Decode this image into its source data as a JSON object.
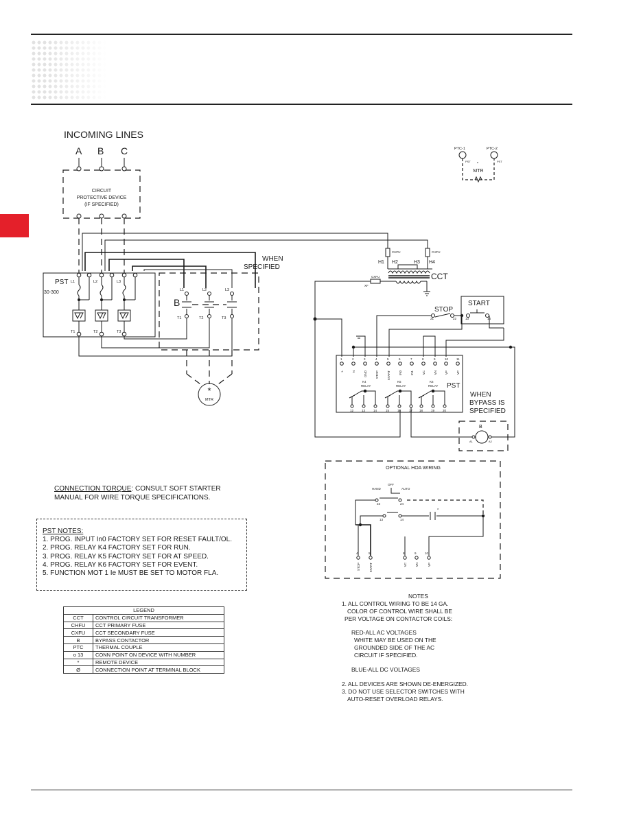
{
  "header": {
    "rule_color": "#222222",
    "tab_color": "#e4202a"
  },
  "power": {
    "incoming_title": "INCOMING LINES",
    "lines": [
      "A",
      "B",
      "C"
    ],
    "breaker_label": [
      "CIRCUIT",
      "PROTECTIVE DEVICE",
      "(IF SPECIFIED)"
    ],
    "pst_label": "PST",
    "pst_range": "30-300",
    "pst_inputs": [
      "L1",
      "L2",
      "L3"
    ],
    "pst_outputs": [
      "T1",
      "T2",
      "T3"
    ],
    "when_specified": [
      "WHEN",
      "SPECIFIED"
    ],
    "bypass_label": "B",
    "bypass_inputs": [
      "L1",
      "L2",
      "L3"
    ],
    "bypass_outputs": [
      "T1",
      "T2",
      "T3"
    ],
    "motor_star": "*",
    "motor_label": "MTR"
  },
  "ptc": {
    "labels": [
      "PTC-1",
      "PTC-2"
    ],
    "sub": "PST",
    "star": "*",
    "motor": "MTR"
  },
  "control": {
    "chfu": "CHFU",
    "h_labels": [
      "H1",
      "H2",
      "H3",
      "H4"
    ],
    "cxfu": "CXFU",
    "xf": "XF",
    "cct": "CCT",
    "stop": "STOP",
    "start": "START",
    "stop_terms": [
      "21",
      "22"
    ],
    "start_terms": [
      "13",
      "14"
    ],
    "term_numbers": [
      "1",
      "2",
      "3",
      "4",
      "5",
      "6",
      "7",
      "8",
      "9",
      "10",
      "11"
    ],
    "term_labels": [
      "L",
      "N",
      "GND",
      "STOP",
      "START",
      "IN0",
      "IN1",
      "VC",
      "VN",
      "VP",
      "VP"
    ],
    "relays": [
      "K4",
      "K5",
      "K6"
    ],
    "relay_word": "RELAY",
    "relay_terms": [
      "12",
      "13",
      "14",
      "15",
      "16",
      "17",
      "18",
      "19",
      "20"
    ],
    "pst": "PST",
    "when_bypass": [
      "WHEN",
      "BYPASS IS",
      "SPECIFIED"
    ],
    "bypass_coil": "B",
    "coil_terms": [
      "A1",
      "A2"
    ]
  },
  "hoa": {
    "title": "OPTIONAL HOA WIRING",
    "switch": [
      "HAND",
      "OFF",
      "AUTO"
    ],
    "terms": [
      "23",
      "24",
      "13",
      "14"
    ],
    "star": "*",
    "bottom_numbers": [
      "4",
      "5",
      "8",
      "9",
      "10"
    ],
    "bottom_labels": [
      "STOP",
      "START",
      "VC",
      "VN",
      "VP"
    ]
  },
  "torque": {
    "label": "CONNECTION TORQUE",
    "text": ": CONSULT SOFT STARTER MANUAL FOR WIRE TORQUE SPECIFICATIONS."
  },
  "pst_notes": {
    "title": "PST NOTES:",
    "items": [
      "1. PROG. INPUT In0 FACTORY SET FOR RESET FAULT/OL.",
      "2. PROG. RELAY K4 FACTORY SET FOR RUN.",
      "3. PROG. RELAY K5 FACTORY SET FOR AT SPEED.",
      "4. PROG. RELAY K6 FACTORY SET FOR EVENT.",
      "5. FUNCTION MOT 1 Ie MUST BE SET TO MOTOR FLA."
    ]
  },
  "legend": {
    "title": "LEGEND",
    "rows": [
      {
        "sym": "CCT",
        "desc": "CONTROL CIRCUIT TRANSFORMER"
      },
      {
        "sym": "CHFU",
        "desc": "CCT PRIMARY FUSE"
      },
      {
        "sym": "CXFU",
        "desc": "CCT SECONDARY FUSE"
      },
      {
        "sym": "B",
        "desc": "BYPASS CONTACTOR"
      },
      {
        "sym": "PTC",
        "desc": "THERMAL COUPLE"
      },
      {
        "sym": "o 13",
        "desc": "CONN POINT ON DEVICE WITH NUMBER"
      },
      {
        "sym": "*",
        "desc": "REMOTE DEVICE"
      },
      {
        "sym": "Ø",
        "desc": "CONNECTION POINT AT TERMINAL BLOCK"
      }
    ]
  },
  "notes": {
    "title": "NOTES",
    "lines": [
      "1. ALL CONTROL WIRING TO BE 14 GA.",
      "COLOR OF CONTROL WIRE SHALL BE",
      "PER VOLTAGE ON CONTACTOR COILS:",
      "RED-ALL AC VOLTAGES",
      "WHITE MAY BE USED ON THE",
      "GROUNDED SIDE OF THE AC",
      "CIRCUIT IF SPECIFIED.",
      "BLUE-ALL DC VOLTAGES",
      "2. ALL DEVICES ARE SHOWN DE-ENERGIZED.",
      "3. DO NOT USE SELECTOR SWITCHES WITH",
      "AUTO-RESET OVERLOAD RELAYS."
    ]
  }
}
